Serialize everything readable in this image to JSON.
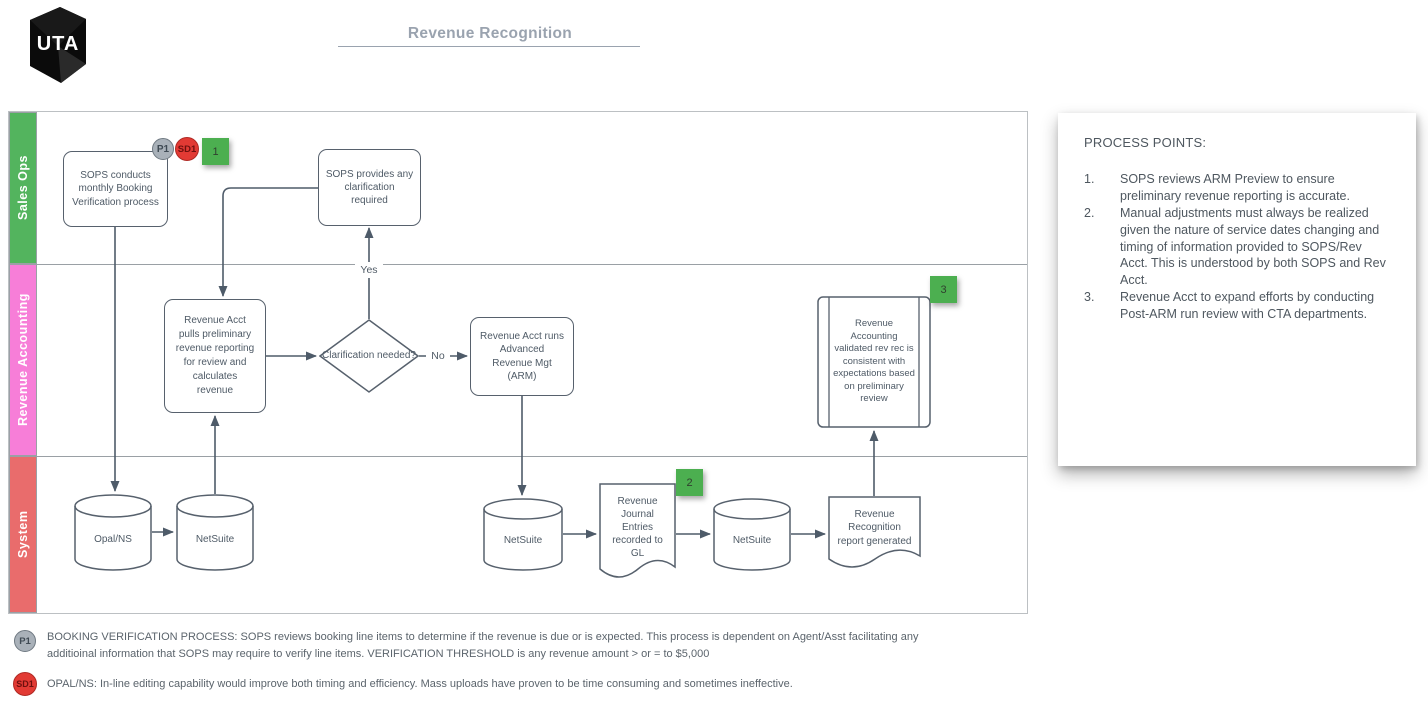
{
  "header": {
    "logo_text": "UTA",
    "title": "Revenue Recognition"
  },
  "lanes": [
    {
      "label": "Sales Ops",
      "color": "#53b45e"
    },
    {
      "label": "Revenue Accounting",
      "color": "#f77ed8"
    },
    {
      "label": "System",
      "color": "#e96c6c"
    }
  ],
  "nodes": {
    "sops_conducts": "SOPS conducts monthly Booking Verification process",
    "sops_provides": "SOPS provides any clarification required",
    "rev_pulls": "Revenue Acct pulls preliminary revenue reporting for review and calculates revenue",
    "clarification": "Clarification needed?",
    "rev_runs_arm": "Revenue Acct runs Advanced Revenue Mgt (ARM)",
    "rev_validated": "Revenue Accounting validated rev rec is consistent with expectations based on preliminary review",
    "opal_ns": "Opal/NS",
    "netsuite_1": "NetSuite",
    "netsuite_2": "NetSuite",
    "netsuite_3": "NetSuite",
    "journal_doc": "Revenue Journal Entries recorded to GL",
    "report_doc": "Revenue Recognition report generated"
  },
  "edge_labels": {
    "yes": "Yes",
    "no": "No"
  },
  "badges": {
    "p1": "P1",
    "sd1": "SD1",
    "n1": "1",
    "n2": "2",
    "n3": "3"
  },
  "process_points": {
    "title": "PROCESS POINTS:",
    "items": [
      {
        "num": "1.",
        "text": "SOPS reviews ARM Preview to ensure preliminary revenue reporting is accurate."
      },
      {
        "num": "2.",
        "text": "Manual adjustments must always be realized given the nature of service dates changing and timing of information provided to SOPS/Rev Acct. This is understood by both SOPS and Rev Acct."
      },
      {
        "num": "3.",
        "text": "Revenue Acct to expand efforts by conducting Post-ARM run review with CTA departments."
      }
    ]
  },
  "footnotes": [
    {
      "badge": "P1",
      "text": "BOOKING VERIFICATION PROCESS: SOPS reviews booking line items to determine if the revenue is due or is expected. This process is dependent on Agent/Asst facilitating any additioinal information that SOPS may require to verify line items. VERIFICATION THRESHOLD is any revenue amount > or = to $5,000"
    },
    {
      "badge": "SD1",
      "text": "OPAL/NS: In-line editing capability would improve both timing and efficiency. Mass uploads have proven to be time consuming and sometimes ineffective."
    }
  ],
  "colors": {
    "lane_sales_ops": "#53b45e",
    "lane_revenue_accounting": "#f77ed8",
    "lane_system": "#e96c6c",
    "shape_border": "#57616d",
    "shape_text": "#4e5a66",
    "badge_green": "#4caf50",
    "badge_red": "#e23a34",
    "badge_gray": "#a9b1b9",
    "logo_background": "#0b0b0b",
    "title_gray": "#9aa3af"
  }
}
